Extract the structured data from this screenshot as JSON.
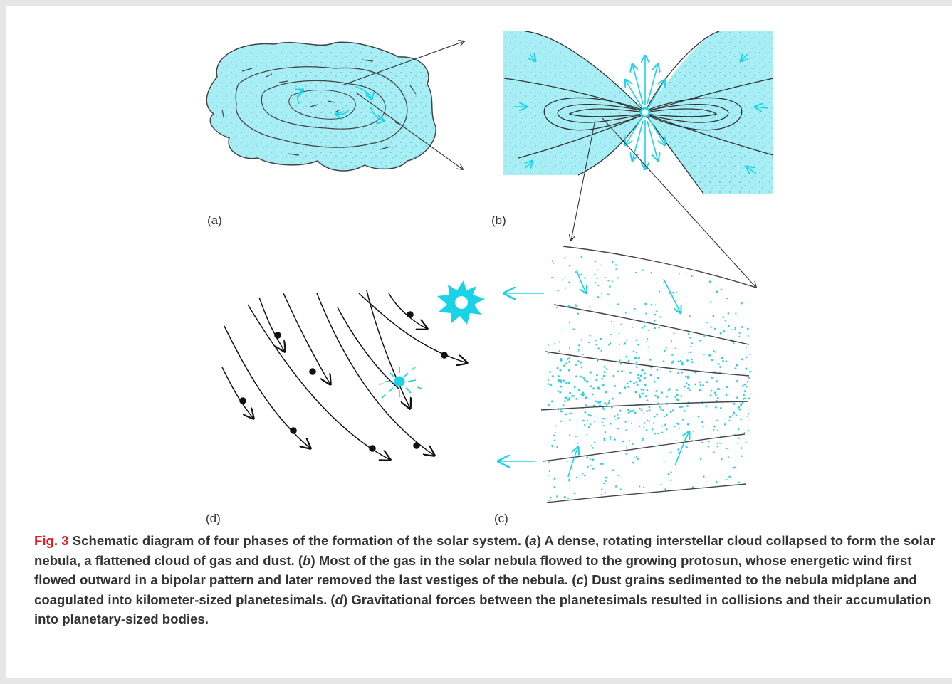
{
  "figure": {
    "panel_labels": {
      "a": "(a)",
      "b": "(b)",
      "c": "(c)",
      "d": "(d)"
    },
    "colors": {
      "cyan_fill": "#a9eef5",
      "cyan_accent": "#19d3e8",
      "line": "#333333",
      "dot": "#111111",
      "fig_number": "#e01e24",
      "caption_text": "#333333",
      "background": "#e6e6e6"
    }
  },
  "caption": {
    "fig_number": "Fig. 3",
    "intro": " Schematic diagram of four phases of the formation of the solar system. (",
    "a_letter": "a",
    "a_text": ") A dense, rotating interstellar cloud collapsed to form the solar nebula, a flattened cloud of gas and dust. (",
    "b_letter": "b",
    "b_text": ") Most of the gas in the solar nebula flowed to the growing protosun, whose energetic wind first flowed outward in a bipolar pattern and later removed the last vestiges of the nebula. (",
    "c_letter": "c",
    "c_text": ") Dust grains sedimented to the nebula midplane and coagulated into kilometer-sized planetesimals. (",
    "d_letter": "d",
    "d_text": ") Gravitational forces between the planetesimals resulted in collisions and their accumulation into planetary-sized bodies."
  }
}
